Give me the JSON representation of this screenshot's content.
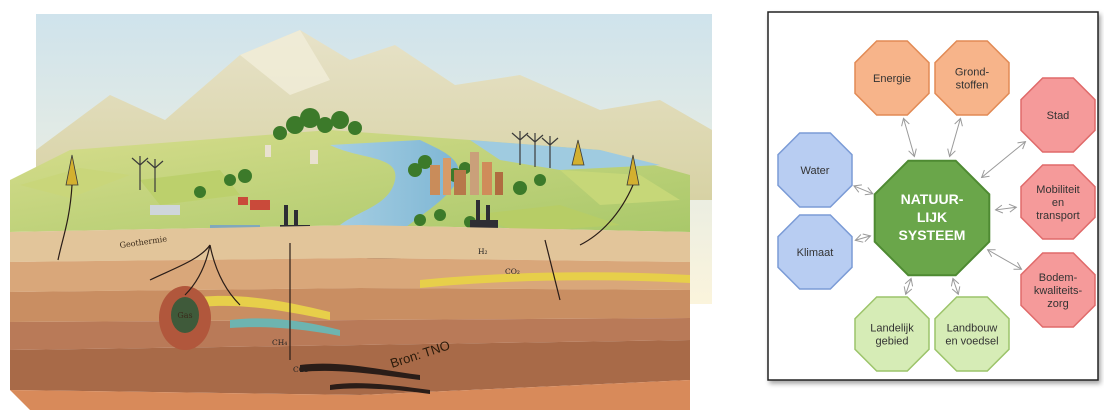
{
  "left_panel": {
    "source_credit": "Bron: TNO",
    "labels": {
      "geothermie": "Geothermie",
      "gas": "Gas",
      "co2_right": "CO₂",
      "h2": "H₂",
      "ch4": "CH₄",
      "co2_bottom": "CO₂"
    }
  },
  "right_panel": {
    "center": {
      "line1": "NATUUR-",
      "line2": "LIJK",
      "line3": "SYSTEEM"
    },
    "nodes": [
      {
        "id": "energie",
        "lines": [
          "Energie"
        ],
        "fill": "#f7b48a",
        "stroke": "#e28a55"
      },
      {
        "id": "grondstoffen",
        "lines": [
          "Grond-",
          "stoffen"
        ],
        "fill": "#f7b48a",
        "stroke": "#e28a55"
      },
      {
        "id": "stad",
        "lines": [
          "Stad"
        ],
        "fill": "#f59a9a",
        "stroke": "#e06a6a"
      },
      {
        "id": "mobiliteit",
        "lines": [
          "Mobiliteit",
          "en",
          "transport"
        ],
        "fill": "#f59a9a",
        "stroke": "#e06a6a"
      },
      {
        "id": "bodemkwaliteitszorg",
        "lines": [
          "Bodem-",
          "kwaliteits-",
          "zorg"
        ],
        "fill": "#f59a9a",
        "stroke": "#e06a6a"
      },
      {
        "id": "landbouw",
        "lines": [
          "Landbouw",
          "en voedsel"
        ],
        "fill": "#d6ecb6",
        "stroke": "#9cc46a"
      },
      {
        "id": "landelijk",
        "lines": [
          "Landelijk",
          "gebied"
        ],
        "fill": "#d6ecb6",
        "stroke": "#9cc46a"
      },
      {
        "id": "klimaat",
        "lines": [
          "Klimaat"
        ],
        "fill": "#b8cdf2",
        "stroke": "#7b9bd6"
      },
      {
        "id": "water",
        "lines": [
          "Water"
        ],
        "fill": "#b8cdf2",
        "stroke": "#7b9bd6"
      }
    ],
    "center_fill": "#6aa64a",
    "center_stroke": "#4e8a32"
  }
}
